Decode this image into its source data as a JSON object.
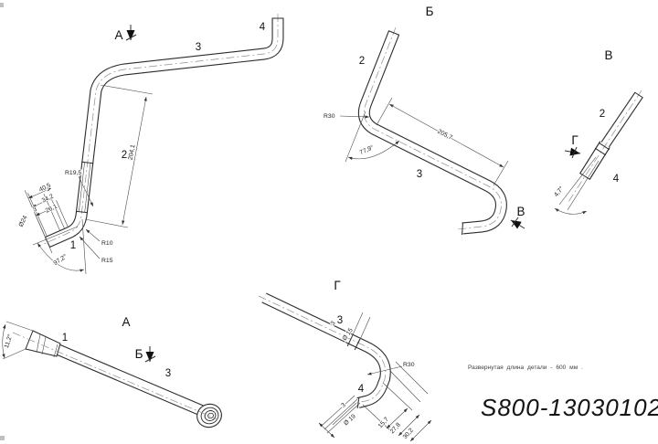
{
  "title_block": {
    "note": "Развернутая длина детали - 600 мм .",
    "part_number": "S800-13030102"
  },
  "views": {
    "main": {
      "arrow_letter": "А",
      "item1": "1",
      "item2": "2",
      "item3": "3",
      "item4": "4",
      "dims": {
        "length2": "204,1",
        "bend_radius": "R19,5",
        "l1": "40,5",
        "l2": "34,2",
        "l3": "26,1",
        "l4": "3",
        "dia": "Ø24",
        "r10": "R10",
        "r15": "R15",
        "angle": "97,2°"
      }
    },
    "view_b": {
      "title": "Б",
      "item2": "2",
      "item3": "3",
      "arrow_letter": "В",
      "dims": {
        "r30": "R30",
        "length3": "205,7",
        "angle": "77,9°"
      }
    },
    "view_v": {
      "title": "В",
      "item2": "2",
      "item4": "4",
      "arrow_letter": "Г",
      "dims": {
        "angle": "4,7°"
      }
    },
    "view_a": {
      "title": "А",
      "item1": "1",
      "item3": "3",
      "arrow_letter": "Б",
      "dims": {
        "angle": "11,2°"
      }
    },
    "view_g": {
      "title": "Г",
      "item3": "3",
      "item4": "4",
      "dims": {
        "sleeve_len": "3",
        "dia15": "Ø 15",
        "r30": "R30",
        "tip_len": "3",
        "dia19": "Ø 19",
        "l157": "15,7",
        "l278": "27,8",
        "l302": "30,2"
      }
    }
  }
}
